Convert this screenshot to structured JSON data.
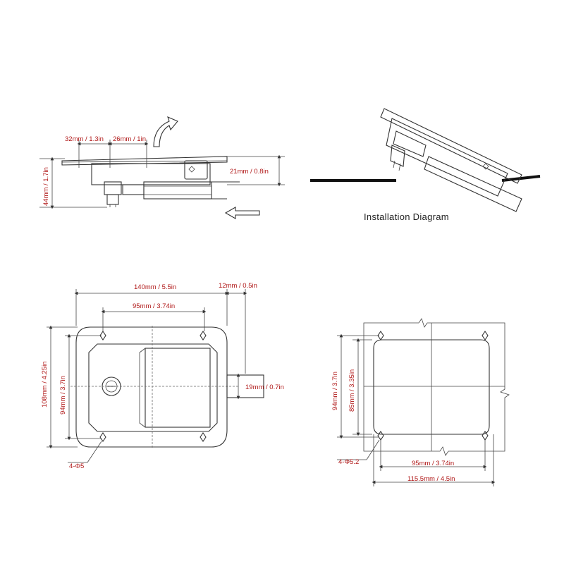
{
  "caption": "Installation Diagram",
  "side_view": {
    "width_a": "32mm / 1.3in",
    "width_b": "26mm / 1in",
    "height_total": "44mm / 1.7in",
    "depth": "21mm / 0.8in"
  },
  "front_view": {
    "width_total": "140mm / 5.5in",
    "lip": "12mm / 0.5in",
    "hole_spacing": "95mm / 3.74in",
    "height_total": "108mm / 4.25in",
    "height_inner": "94mm / 3.7in",
    "cam": "19mm / 0.7in",
    "holes": "4-Φ5"
  },
  "cutout_view": {
    "height_outer": "94mm / 3.7in",
    "height_inner": "85mm / 3.35in",
    "holes": "4-Φ5.2",
    "hole_spacing": "95mm / 3.74in",
    "width_total": "115.5mm / 4.5in"
  }
}
